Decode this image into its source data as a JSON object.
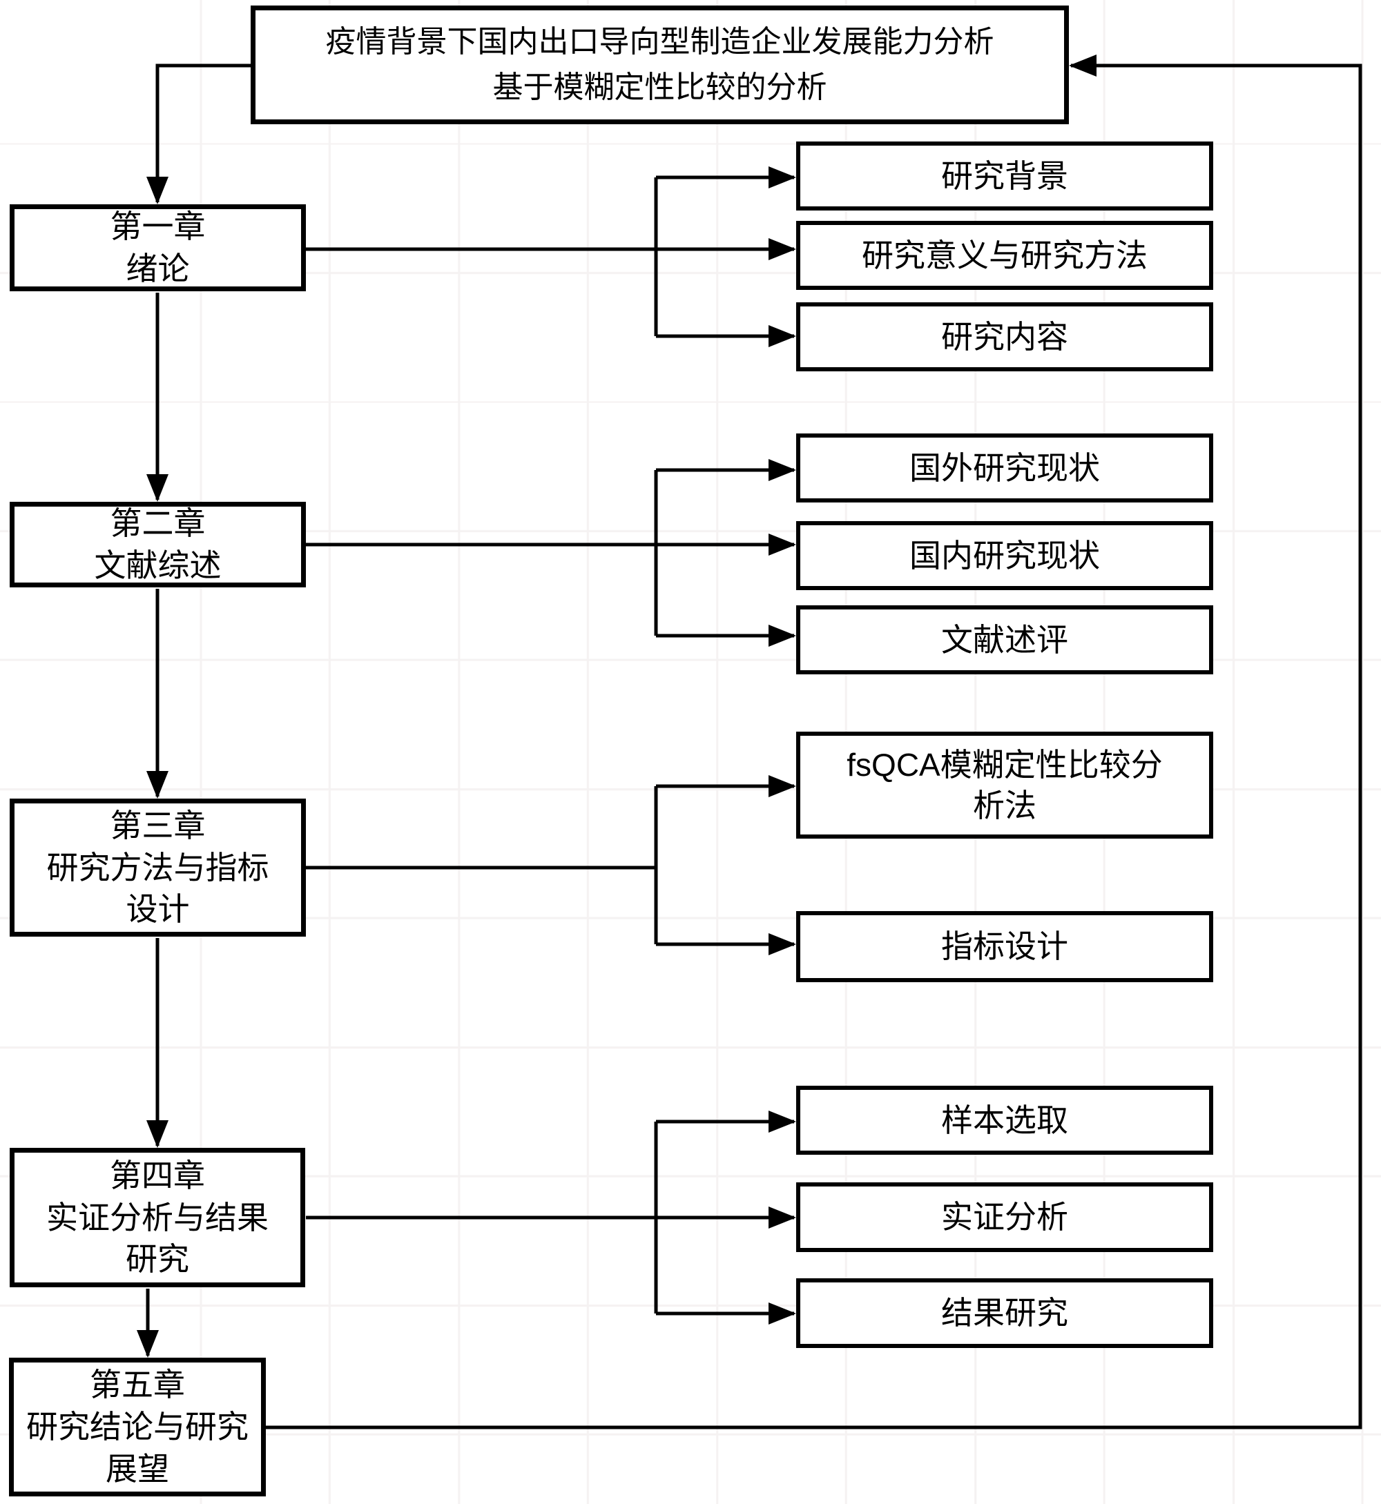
{
  "title": {
    "lines": [
      "疫情背景下国内出口导向型制造企业发展能力分析",
      "基于模糊定性比较的分析"
    ]
  },
  "chapters": [
    {
      "label_lines": [
        "第一章",
        "绪论"
      ],
      "subtopics": [
        "研究背景",
        "研究意义与研究方法",
        "研究内容"
      ]
    },
    {
      "label_lines": [
        "第二章",
        "文献综述"
      ],
      "subtopics": [
        "国外研究现状",
        "国内研究现状",
        "文献述评"
      ]
    },
    {
      "label_lines": [
        "第三章",
        "研究方法与指标",
        "设计"
      ],
      "subtopics": [
        "fsQCA模糊定性比较分析法",
        "指标设计"
      ]
    },
    {
      "label_lines": [
        "第四章",
        "实证分析与结果",
        "研究"
      ],
      "subtopics": [
        "样本选取",
        "实证分析",
        "结果研究"
      ]
    },
    {
      "label_lines": [
        "第五章",
        "研究结论与研究",
        "展望"
      ],
      "subtopics": []
    }
  ],
  "colors": {
    "line": "#000000",
    "box_border": "#000000",
    "box_background": "#ffffff",
    "page_background": "#ffffff",
    "grid_line": "#f5f2f2"
  }
}
